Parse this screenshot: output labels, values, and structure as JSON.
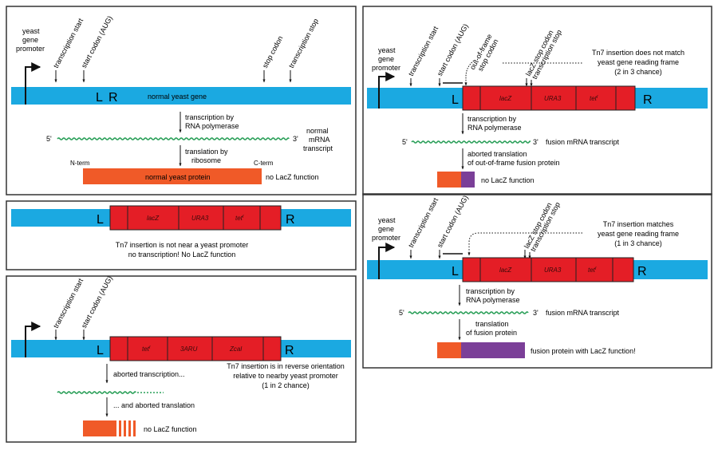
{
  "colors": {
    "gene_bar": "#1ba9e1",
    "insert_red": "#e41e26",
    "orange": "#f05a28",
    "purple": "#7b3f98",
    "mrna_green": "#2ca05a",
    "panel_border": "#333333"
  },
  "panel1": {
    "promoter": [
      "yeast",
      "gene",
      "promoter"
    ],
    "transcription_start": "transcription start",
    "start_codon": "start codon  (AUG)",
    "stop_codon": "stop codon",
    "transcription_stop": "transcription stop",
    "L": "L",
    "R": "R",
    "gene_label": "normal yeast gene",
    "transcription_by": [
      "transcription by",
      "RNA polymerase"
    ],
    "five_prime": "5'",
    "three_prime": "3'",
    "mrna_label": [
      "normal",
      "mRNA",
      "transcript"
    ],
    "translation_by": [
      "translation by",
      "ribosome"
    ],
    "n_term": "N-term",
    "c_term": "C-term",
    "protein_label": "normal yeast protein",
    "result": "no LacZ function"
  },
  "panel2": {
    "L": "L",
    "R": "R",
    "genes": [
      "lacZ",
      "URA3",
      "tet"
    ],
    "tet_superscript": "r",
    "caption": [
      "Tn7 insertion is not near a yeast promoter",
      "no transcription! No LacZ function"
    ]
  },
  "panel3": {
    "transcription_start": "transcription start",
    "start_codon": "start codon  (AUG)",
    "L": "L",
    "R": "R",
    "genes_reversed": [
      "tet",
      "3ARU",
      "Zcal"
    ],
    "tet_superscript": "r",
    "caption": [
      "Tn7 insertion is in reverse orientation",
      "relative to nearby yeast promoter",
      "(1 in 2 chance)"
    ],
    "aborted_transcription": "aborted transcription...",
    "aborted_translation": "... and aborted translation",
    "result": "no LacZ function"
  },
  "panel4": {
    "promoter": [
      "yeast",
      "gene",
      "promoter"
    ],
    "transcription_start": "transcription start",
    "start_codon": "start codon  (AUG)",
    "out_of_frame": [
      "out-of-frame",
      "stop codon"
    ],
    "lacz_stop": "lacZ stop codon",
    "transcription_stop": "transcription stop",
    "note": [
      "Tn7 insertion does not match",
      "yeast gene reading frame",
      "(2 in 3 chance)"
    ],
    "L": "L",
    "R": "R",
    "genes": [
      "lacZ",
      "URA3",
      "tet"
    ],
    "tet_superscript": "r",
    "transcription_by": [
      "transcription by",
      "RNA polymerase"
    ],
    "five_prime": "5'",
    "three_prime": "3'",
    "mrna_label": "fusion mRNA transcript",
    "translation_label": [
      "aborted translation",
      "of out-of-frame fusion protein"
    ],
    "result": "no LacZ function"
  },
  "panel5": {
    "promoter": [
      "yeast",
      "gene",
      "promoter"
    ],
    "transcription_start": "transcription start",
    "start_codon": "start codon  (AUG)",
    "lacz_stop": "lacZ stop codon",
    "transcription_stop": "transcription stop",
    "note": [
      "Tn7 insertion matches",
      "yeast gene reading frame",
      "(1 in 3 chance)"
    ],
    "L": "L",
    "R": "R",
    "genes": [
      "lacZ",
      "URA3",
      "tet"
    ],
    "tet_superscript": "r",
    "transcription_by": [
      "transcription by",
      "RNA polymerase"
    ],
    "five_prime": "5'",
    "three_prime": "3'",
    "mrna_label": "fusion mRNA transcript",
    "translation_label": [
      "translation",
      "of fusion protein"
    ],
    "result": "fusion protein with LacZ function!"
  }
}
